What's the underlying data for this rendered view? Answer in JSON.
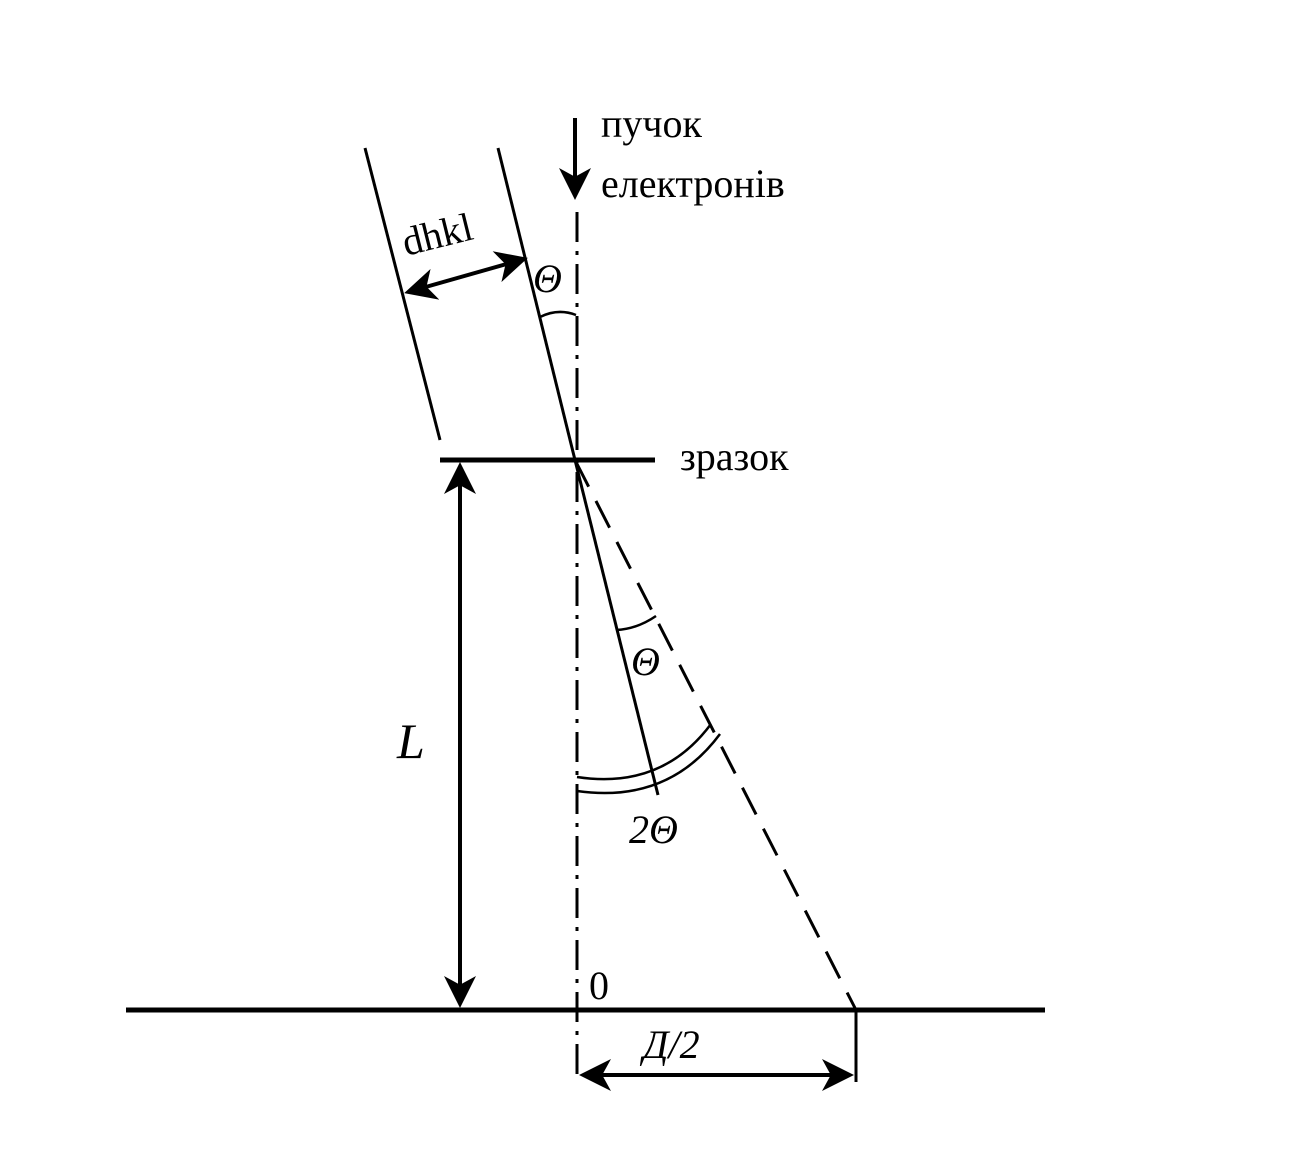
{
  "labels": {
    "beam_line1": "пучок",
    "beam_line2": "електронів",
    "sample": "зразок",
    "interplanar_distance": "dhkl",
    "theta_top": "Θ",
    "theta_mid": "Θ",
    "two_theta": "2Θ",
    "camera_length": "L",
    "origin": "0",
    "half_diameter": "Д/2"
  },
  "colors": {
    "stroke": "#000000",
    "background": "#ffffff"
  }
}
